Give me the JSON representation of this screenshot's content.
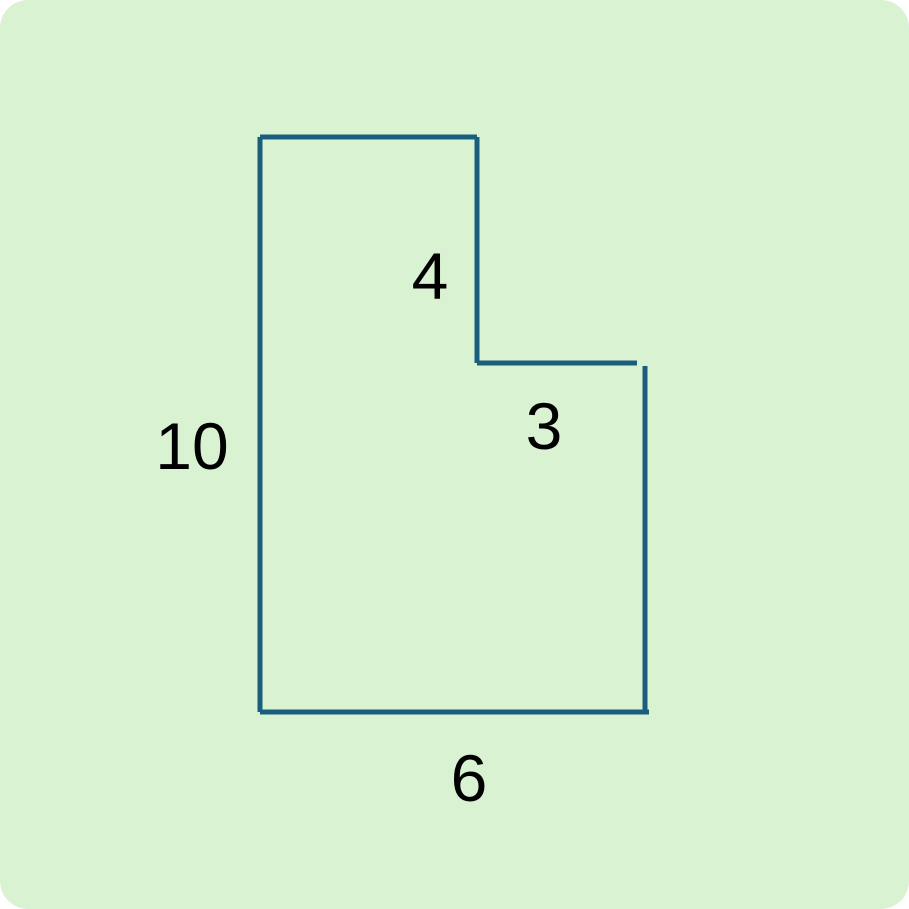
{
  "diagram": {
    "shape": "L-shaped rectilinear polygon",
    "labels": {
      "left_side": "10",
      "notch_height": "4",
      "notch_width": "3",
      "bottom_side": "6"
    },
    "colors": {
      "background": "#d9f2d1",
      "outline": "#1a5e7e",
      "text": "#000000"
    }
  }
}
